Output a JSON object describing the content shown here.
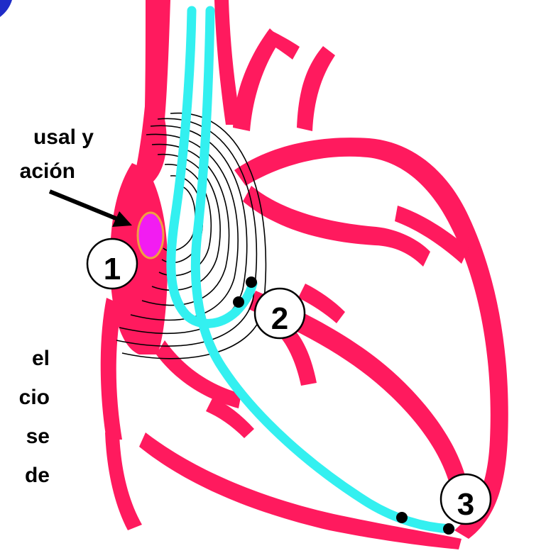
{
  "labels": {
    "top_line1": "usal y",
    "top_line2": "ación",
    "side_line1": "el",
    "side_line2": "cio",
    "side_line3": "se",
    "side_line4": "de"
  },
  "markers": [
    "1",
    "2",
    "3"
  ],
  "colors": {
    "heart": "#ff1a5e",
    "catheter": "#33f0f0",
    "node": "#f21cf2",
    "node_outline": "#f0a040",
    "wave_lines": "#000000",
    "background": "#ffffff",
    "corner_accent": "#1f2cc8"
  }
}
